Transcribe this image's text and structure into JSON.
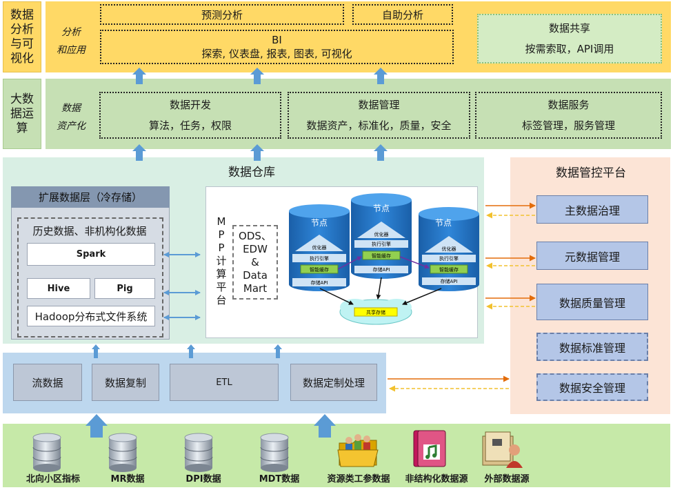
{
  "analysis": {
    "side_label": "数据\n分析\n与可\n视化",
    "sub_label": "分析\n和应用",
    "predict": "预测分析",
    "self_service": "自助分析",
    "bi_title": "BI",
    "bi_items": "探索, 仪表盘, 报表, 图表, 可视化",
    "share_title": "数据共享",
    "share_items": "按需索取，API调用"
  },
  "ops": {
    "side_label": "大数\n据运\n算",
    "sub_label": "数据\n资产化",
    "dev_title": "数据开发",
    "dev_items": "算法，任务，权限",
    "mgmt_title": "数据管理",
    "mgmt_items": "数据资产，标准化，质量，安全",
    "svc_title": "数据服务",
    "svc_items": "标签管理，服务管理"
  },
  "warehouse": {
    "title": "数据仓库",
    "ext_title": "扩展数据层（冷存储）",
    "hist": "历史数据、非机构化数据",
    "spark": "Spark",
    "hive": "Hive",
    "pig": "Pig",
    "hadoop": "Hadoop分布式文件系统",
    "mpp": "M\nP\nP\n计\n算\n平\n台",
    "ods": "ODS、\nEDW\n&\nData\nMart",
    "node_label": "节点",
    "optimizer": "优化器",
    "engine": "执行引擎",
    "cache": "智能缓存",
    "storage_api": "存储API",
    "shared_storage": "共享存储"
  },
  "governance": {
    "title": "数据管控平台",
    "items": [
      "主数据治理",
      "元数据管理",
      "数据质量管理",
      "数据标准管理",
      "数据安全管理"
    ]
  },
  "ingest": {
    "items": [
      "流数据",
      "数据复制",
      "ETL",
      "数据定制处理"
    ]
  },
  "sources": {
    "items": [
      "北向小区指标",
      "MR数据",
      "DPI数据",
      "MDT数据",
      "资源类工参数据",
      "非结构化数据源",
      "外部数据源"
    ]
  },
  "colors": {
    "analysis_band": "#ffd966",
    "ops_band": "#c6e0b4",
    "warehouse_bg": "#d9efe4",
    "governance_bg": "#fce4d6",
    "ingest_bg": "#bdd7ee",
    "source_bg": "#c6e9a8",
    "arrow_blue": "#5b9bd5",
    "node_blue": "#1f70c1",
    "orange": "#e36c09"
  }
}
